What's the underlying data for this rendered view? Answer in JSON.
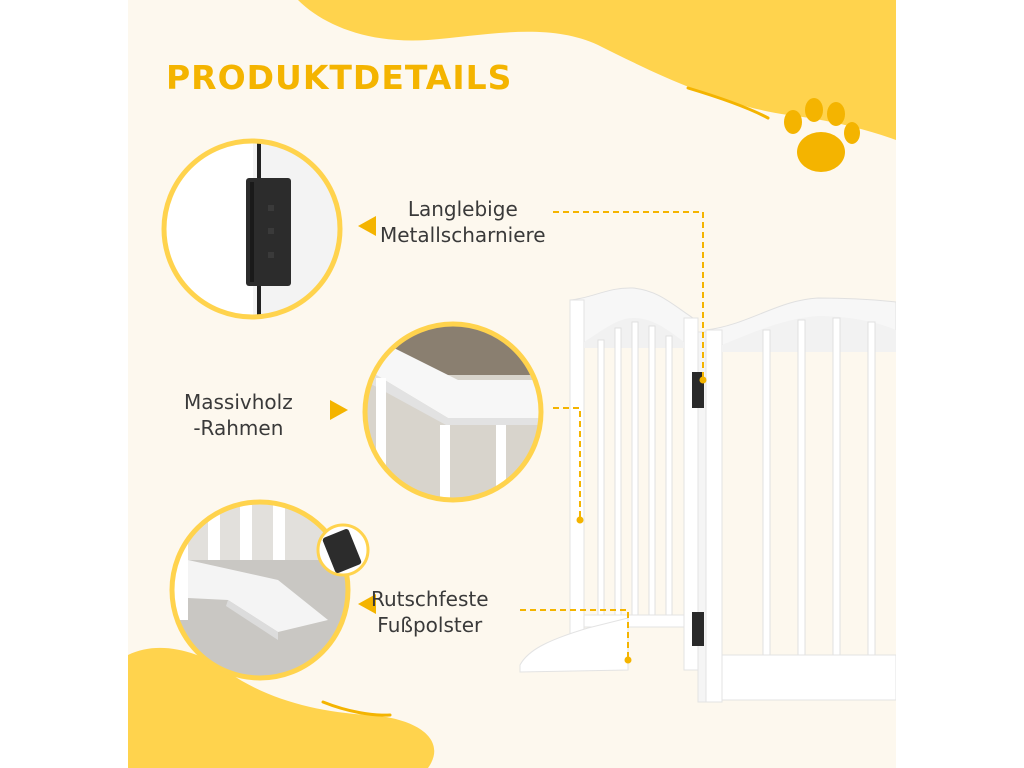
{
  "title": "PRODUKTDETAILS",
  "colors": {
    "accent": "#f4b400",
    "accent_light": "#ffd34d",
    "background": "#fdf8ee",
    "text": "#3a3a3a"
  },
  "features": [
    {
      "line1": "Langlebige",
      "line2": "Metallscharniere",
      "icon": "hinge-closeup"
    },
    {
      "line1": "Massivholz",
      "line2": "-Rahmen",
      "icon": "wood-frame-closeup"
    },
    {
      "line1": "Rutschfeste",
      "line2": "Fußpolster",
      "icon": "foot-pad-closeup"
    }
  ],
  "decor": {
    "icon": "paw-icon"
  }
}
